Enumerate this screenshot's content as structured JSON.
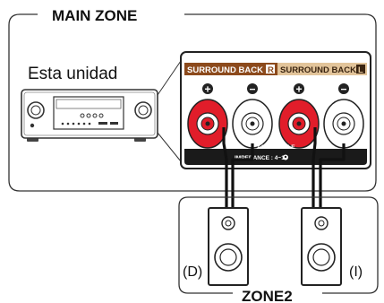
{
  "main_zone": {
    "title": "MAIN ZONE"
  },
  "unit": {
    "label": "Esta unidad"
  },
  "terminal_panel": {
    "header_right": "SURROUND BACK",
    "header_right_channel": "R",
    "header_left": "SURROUND BACK",
    "header_left_channel": "L",
    "assignable_label": "ASSIGNABLE",
    "impedance_label": "IMPEDANCE : 4~16",
    "polarity_plus": "+",
    "polarity_minus": "−",
    "colors": {
      "header_right_bg": "#8c4a1c",
      "header_left_bg": "#e2c49a",
      "terminal_red": "#e11d2a"
    }
  },
  "zone2": {
    "title": "ZONE2",
    "speaker_right_label": "(D)",
    "speaker_left_label": "(I)"
  }
}
